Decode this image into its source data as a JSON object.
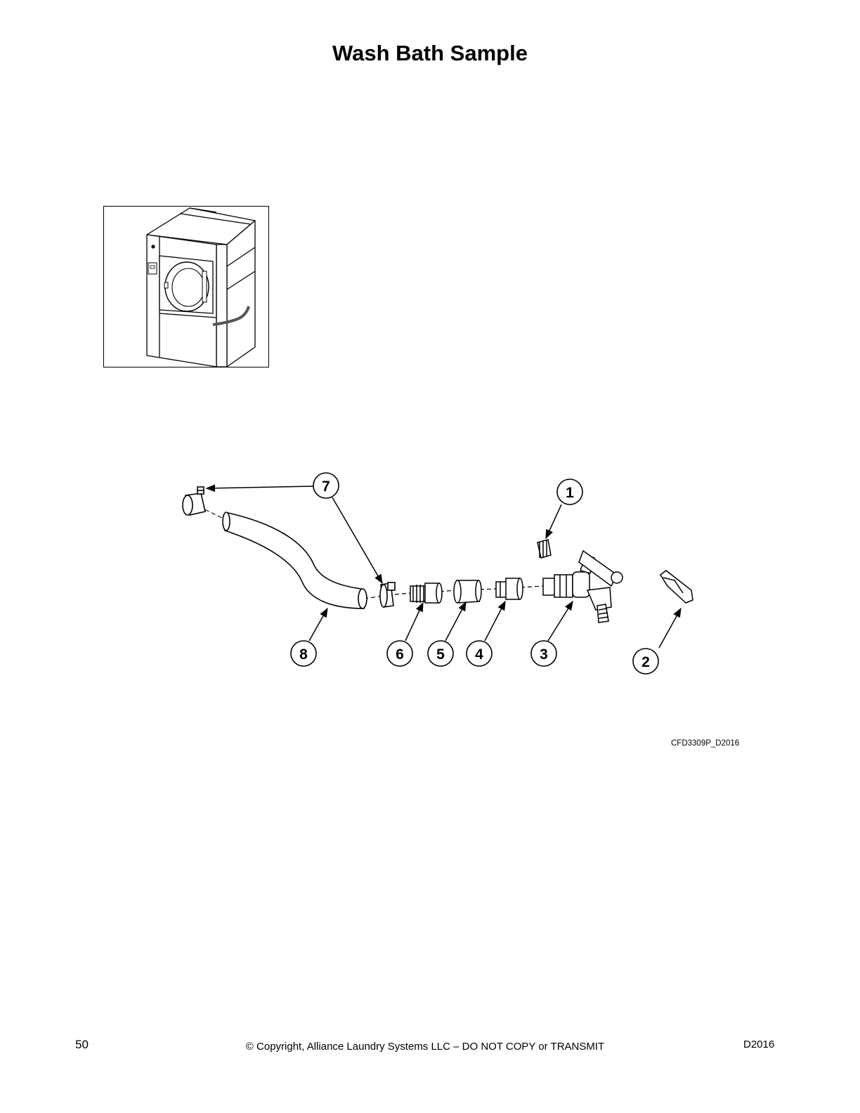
{
  "page": {
    "title": "Wash Bath Sample",
    "figure_id": "CFD3309P_D2016",
    "page_number": "50",
    "copyright": "© Copyright, Alliance Laundry Systems LLC – DO NOT COPY or TRANSMIT",
    "doc_code": "D2016"
  },
  "callouts": [
    {
      "id": "1",
      "part": "cap"
    },
    {
      "id": "2",
      "part": "handle"
    },
    {
      "id": "3",
      "part": "sample-valve"
    },
    {
      "id": "4",
      "part": "adapter"
    },
    {
      "id": "5",
      "part": "coupling"
    },
    {
      "id": "6",
      "part": "hose-barb"
    },
    {
      "id": "7",
      "part": "hose-clamp"
    },
    {
      "id": "8",
      "part": "hose"
    }
  ],
  "colors": {
    "line": "#000000",
    "part_fill": "#ffffff",
    "hose_tube": "#555555"
  }
}
